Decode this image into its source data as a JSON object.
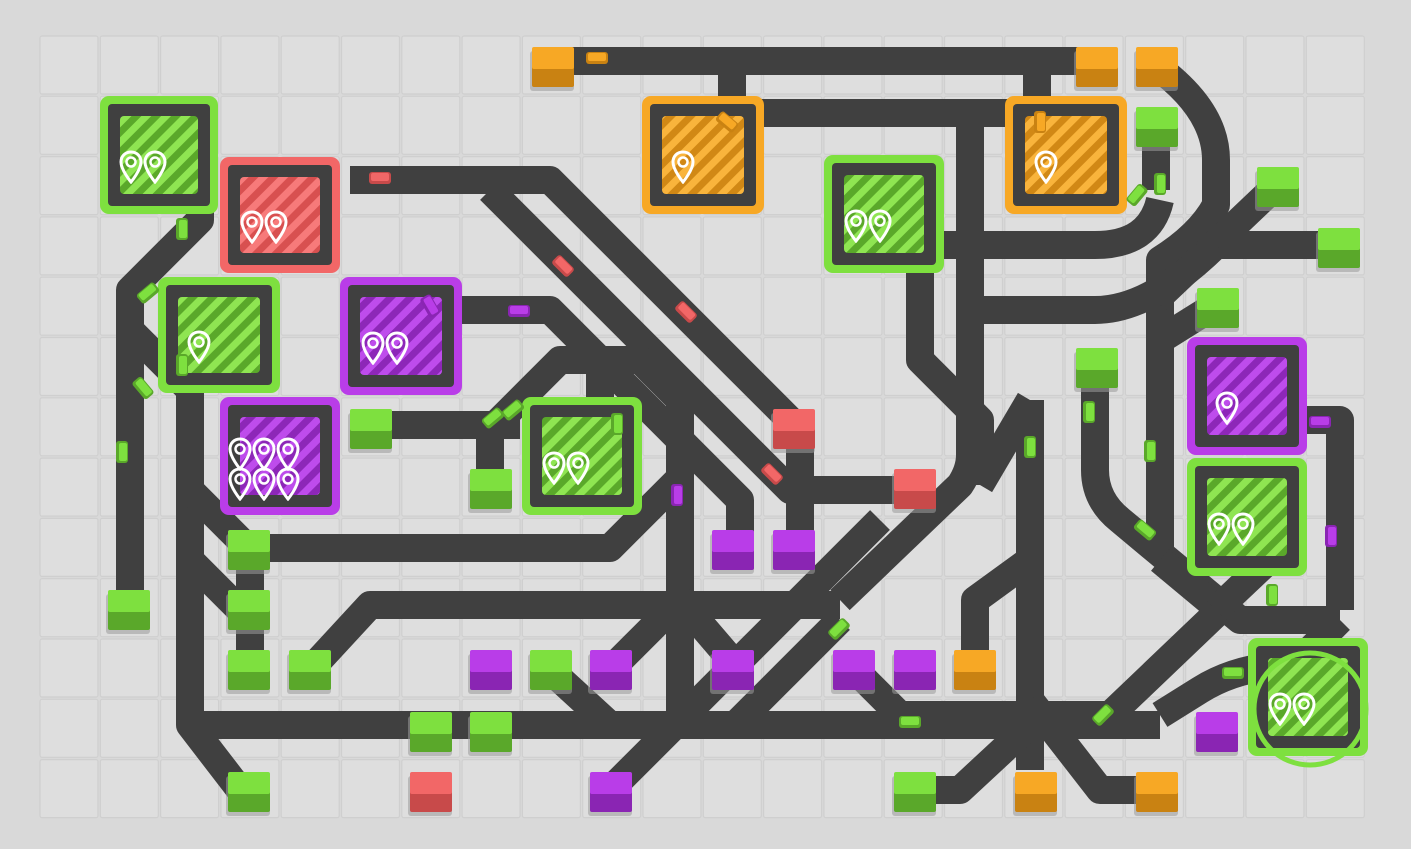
{
  "game": {
    "title": ""
  },
  "colors": {
    "background": "#d9d9d9",
    "grid_cell": "#dedede",
    "grid_line": "#cfcfcf",
    "road": "#404040",
    "green": "#7ee03f",
    "green_dark": "#5aa82a",
    "orange": "#f7a825",
    "orange_dark": "#c98212",
    "red": "#f26767",
    "red_dark": "#c84a4a",
    "purple": "#b93de8",
    "purple_dark": "#8a25b3",
    "pin": "#ffffff",
    "highlight_ring": "#7ee03f"
  },
  "destinations": [
    {
      "id": "d1",
      "color": "green",
      "pins": 2,
      "highlighted": false
    },
    {
      "id": "d2",
      "color": "red",
      "pins": 2,
      "highlighted": false
    },
    {
      "id": "d3",
      "color": "green",
      "pins": 1,
      "highlighted": false
    },
    {
      "id": "d4",
      "color": "purple",
      "pins": 2,
      "highlighted": false
    },
    {
      "id": "d5",
      "color": "purple",
      "pins": 6,
      "highlighted": false
    },
    {
      "id": "d6",
      "color": "green",
      "pins": 2,
      "highlighted": false
    },
    {
      "id": "d7",
      "color": "orange",
      "pins": 1,
      "highlighted": false
    },
    {
      "id": "d8",
      "color": "green",
      "pins": 2,
      "highlighted": false
    },
    {
      "id": "d9",
      "color": "orange",
      "pins": 1,
      "highlighted": false
    },
    {
      "id": "d10",
      "color": "purple",
      "pins": 1,
      "highlighted": false
    },
    {
      "id": "d11",
      "color": "green",
      "pins": 2,
      "highlighted": false
    },
    {
      "id": "d12",
      "color": "green",
      "pins": 2,
      "highlighted": true
    }
  ],
  "houses": [
    {
      "color": "orange"
    },
    {
      "color": "orange"
    },
    {
      "color": "orange"
    },
    {
      "color": "green"
    },
    {
      "color": "green"
    },
    {
      "color": "green"
    },
    {
      "color": "green"
    },
    {
      "color": "green"
    },
    {
      "color": "green"
    },
    {
      "color": "green"
    },
    {
      "color": "green"
    },
    {
      "color": "green"
    },
    {
      "color": "green"
    },
    {
      "color": "green"
    },
    {
      "color": "green"
    },
    {
      "color": "green"
    },
    {
      "color": "green"
    },
    {
      "color": "green"
    },
    {
      "color": "green"
    },
    {
      "color": "red"
    },
    {
      "color": "red"
    },
    {
      "color": "red"
    },
    {
      "color": "purple"
    },
    {
      "color": "purple"
    },
    {
      "color": "purple"
    },
    {
      "color": "purple"
    },
    {
      "color": "purple"
    },
    {
      "color": "purple"
    },
    {
      "color": "purple"
    },
    {
      "color": "purple"
    },
    {
      "color": "purple"
    },
    {
      "color": "orange"
    },
    {
      "color": "orange"
    },
    {
      "color": "orange"
    }
  ],
  "cars": [
    {
      "color": "orange"
    },
    {
      "color": "orange"
    },
    {
      "color": "orange"
    },
    {
      "color": "green"
    },
    {
      "color": "green"
    },
    {
      "color": "green"
    },
    {
      "color": "green"
    },
    {
      "color": "green"
    },
    {
      "color": "green"
    },
    {
      "color": "green"
    },
    {
      "color": "green"
    },
    {
      "color": "green"
    },
    {
      "color": "green"
    },
    {
      "color": "green"
    },
    {
      "color": "green"
    },
    {
      "color": "green"
    },
    {
      "color": "green"
    },
    {
      "color": "green"
    },
    {
      "color": "green"
    },
    {
      "color": "red"
    },
    {
      "color": "red"
    },
    {
      "color": "red"
    },
    {
      "color": "red"
    },
    {
      "color": "purple"
    },
    {
      "color": "purple"
    },
    {
      "color": "purple"
    },
    {
      "color": "purple"
    },
    {
      "color": "purple"
    }
  ]
}
